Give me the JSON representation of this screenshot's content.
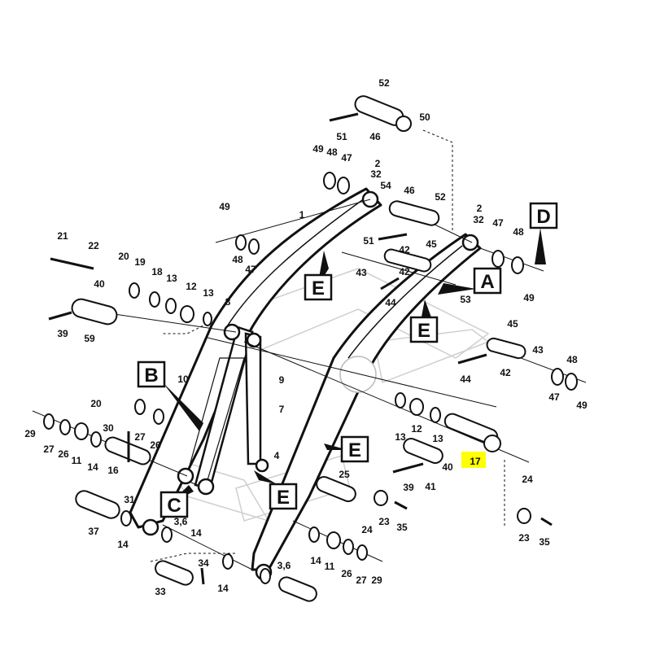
{
  "diagram": {
    "highlight_color": "#ffff00",
    "highlighted_part": "17",
    "callouts": [
      "A",
      "B",
      "C",
      "D",
      "E",
      "E",
      "E",
      "E"
    ],
    "part_labels": [
      "52",
      "51",
      "46",
      "50",
      "49",
      "48",
      "47",
      "2",
      "32",
      "54",
      "46",
      "52",
      "1",
      "49",
      "48",
      "47",
      "21",
      "22",
      "20",
      "19",
      "18",
      "13",
      "12",
      "13",
      "40",
      "39",
      "59",
      "8",
      "51",
      "42",
      "45",
      "E",
      "43",
      "2",
      "32",
      "47",
      "48",
      "42",
      "44",
      "53",
      "E",
      "45",
      "43",
      "44",
      "42",
      "48",
      "47",
      "49",
      "49",
      "10",
      "9",
      "7",
      "20",
      "27",
      "26",
      "30",
      "27",
      "26",
      "29",
      "27",
      "26",
      "11",
      "14",
      "16",
      "31",
      "13",
      "12",
      "13",
      "41",
      "40",
      "39",
      "E",
      "4",
      "25",
      "24",
      "23",
      "35",
      "23",
      "24",
      "35",
      "37",
      "14",
      "3,6",
      "14",
      "34",
      "33",
      "14",
      "3,6",
      "14",
      "11",
      "26",
      "27",
      "29",
      "17",
      "49"
    ]
  }
}
